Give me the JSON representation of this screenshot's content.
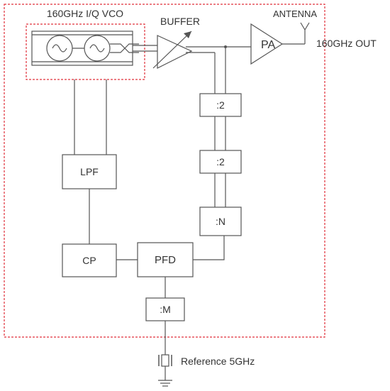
{
  "vco_label": "160GHz I/Q VCO",
  "buffer_label": "BUFFER",
  "antenna_label": "ANTENNA",
  "pa_label": "PA",
  "output_label": "160GHz OUT",
  "divider_1_label": ":2",
  "divider_2_label": ":2",
  "divider_n_label": ":N",
  "lpf_label": "LPF",
  "cp_label": "CP",
  "pfd_label": "PFD",
  "divider_m_label": ":M",
  "reference_label": "Reference 5GHz",
  "colors": {
    "boundary": "#e0303a",
    "line": "#555555",
    "text": "#333333"
  }
}
